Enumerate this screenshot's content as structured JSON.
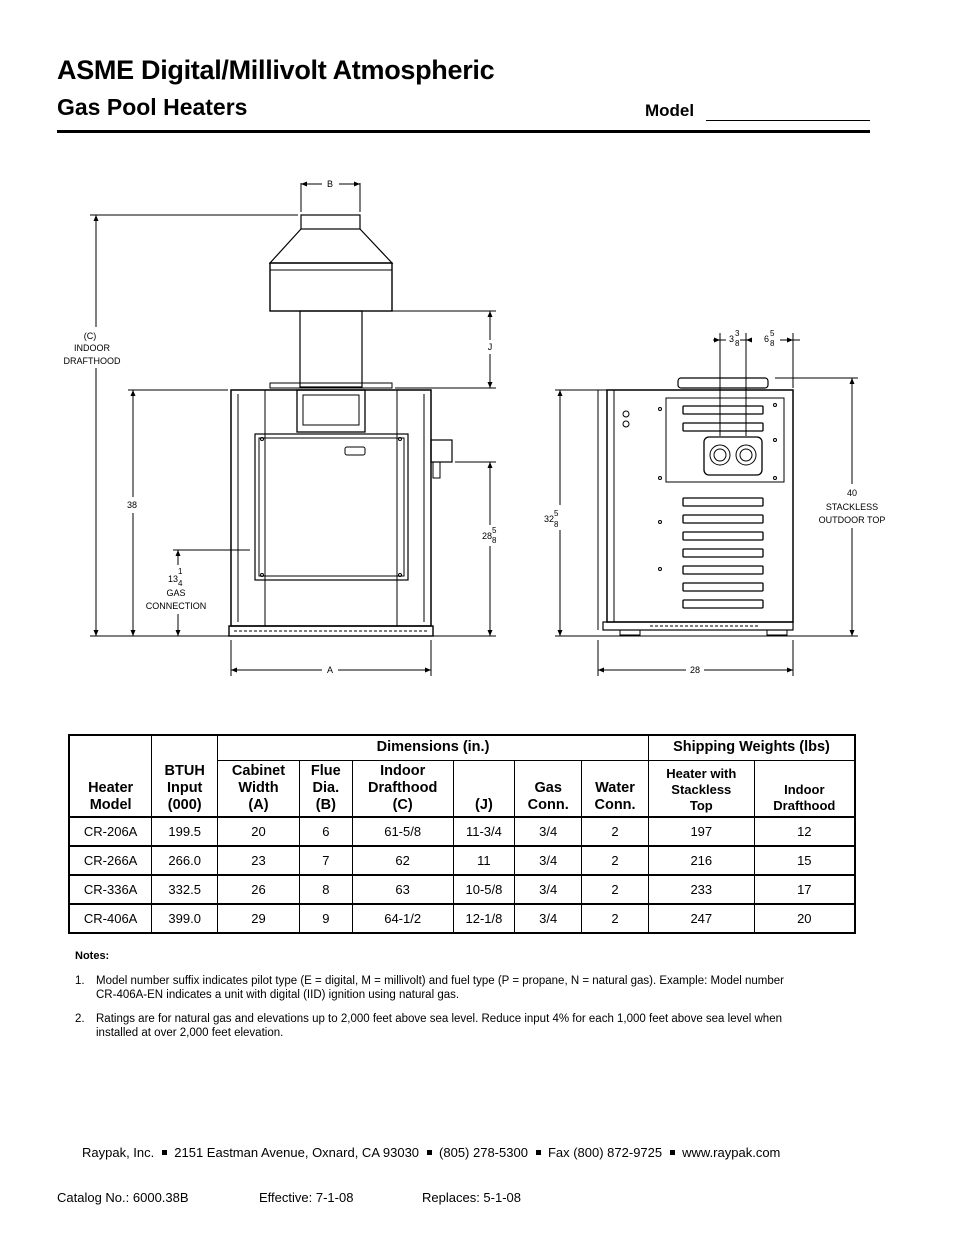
{
  "header": {
    "title_line1": "ASME Digital/Millivolt Atmospheric",
    "title_line2": "Gas Pool Heaters",
    "model_label": "Model"
  },
  "drawing": {
    "front_labels": {
      "b": "B",
      "j": "J",
      "indoor_drafthood": [
        "(C)",
        "INDOOR",
        "DRAFTHOOD"
      ],
      "height_38": "38",
      "gas_connection_whole": "13",
      "gas_connection_num": "1",
      "gas_connection_den": "4",
      "gas_connection_caption": [
        "GAS",
        "CONNECTION"
      ],
      "water_height_whole": "28",
      "water_height_num": "5",
      "water_height_den": "8",
      "width_a": "A"
    },
    "side_labels": {
      "offset1_whole": "3",
      "offset1_num": "3",
      "offset1_den": "8",
      "offset2_whole": "6",
      "offset2_num": "5",
      "offset2_den": "8",
      "height_whole": "32",
      "height_num": "5",
      "height_den": "8",
      "stackless": [
        "40",
        "STACKLESS",
        "OUTDOOR TOP"
      ],
      "depth_28": "28"
    }
  },
  "table": {
    "group_dimensions": "Dimensions (in.)",
    "group_weights": "Shipping Weights (lbs)",
    "columns": [
      [
        "Heater",
        "Model"
      ],
      [
        "BTUH",
        "Input",
        "(000)"
      ],
      [
        "Cabinet",
        "Width",
        "(A)"
      ],
      [
        "Flue",
        "Dia.",
        "(B)"
      ],
      [
        "Indoor",
        "Drafthood",
        "(C)"
      ],
      [
        "(J)"
      ],
      [
        "Gas",
        "Conn."
      ],
      [
        "Water",
        "Conn."
      ],
      [
        "Heater with",
        "Stackless",
        "Top"
      ],
      [
        "Indoor",
        "Drafthood"
      ]
    ],
    "rows": [
      [
        "CR-206A",
        "199.5",
        "20",
        "6",
        "61-5/8",
        "11-3/4",
        "3/4",
        "2",
        "197",
        "12"
      ],
      [
        "CR-266A",
        "266.0",
        "23",
        "7",
        "62",
        "11",
        "3/4",
        "2",
        "216",
        "15"
      ],
      [
        "CR-336A",
        "332.5",
        "26",
        "8",
        "63",
        "10-5/8",
        "3/4",
        "2",
        "233",
        "17"
      ],
      [
        "CR-406A",
        "399.0",
        "29",
        "9",
        "64-1/2",
        "12-1/8",
        "3/4",
        "2",
        "247",
        "20"
      ]
    ]
  },
  "notes": {
    "title": "Notes:",
    "items": [
      {
        "num": "1.",
        "lines": [
          "Model number suffix indicates pilot type (E = digital, M = millivolt) and fuel type (P = propane, N = natural gas). Example: Model number",
          "CR-406A-EN indicates a unit with digital (IID) ignition using natural gas."
        ]
      },
      {
        "num": "2.",
        "lines": [
          "Ratings are for natural gas and elevations up to 2,000 feet above sea level. Reduce input 4% for each 1,000 feet above sea level when",
          "installed at over 2,000 feet elevation."
        ]
      }
    ]
  },
  "footer": {
    "company": "Raypak, Inc.",
    "address": "2151 Eastman Avenue, Oxnard, CA  93030",
    "phone": "(805) 278-5300",
    "fax": "Fax (800) 872-9725",
    "web": "www.raypak.com",
    "catalog": "Catalog No.:  6000.38B",
    "effective": "Effective:  7-1-08",
    "replaces": "Replaces:  5-1-08"
  }
}
